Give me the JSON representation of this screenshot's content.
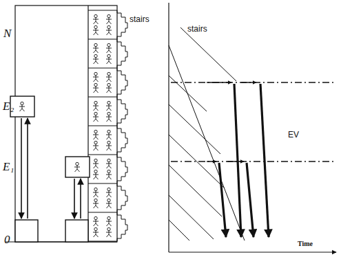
{
  "diagram": {
    "labels": [
      "N",
      "E₂",
      "E₁",
      "0",
      "stairs",
      "stairs",
      "EV",
      "Time"
    ]
  }
}
